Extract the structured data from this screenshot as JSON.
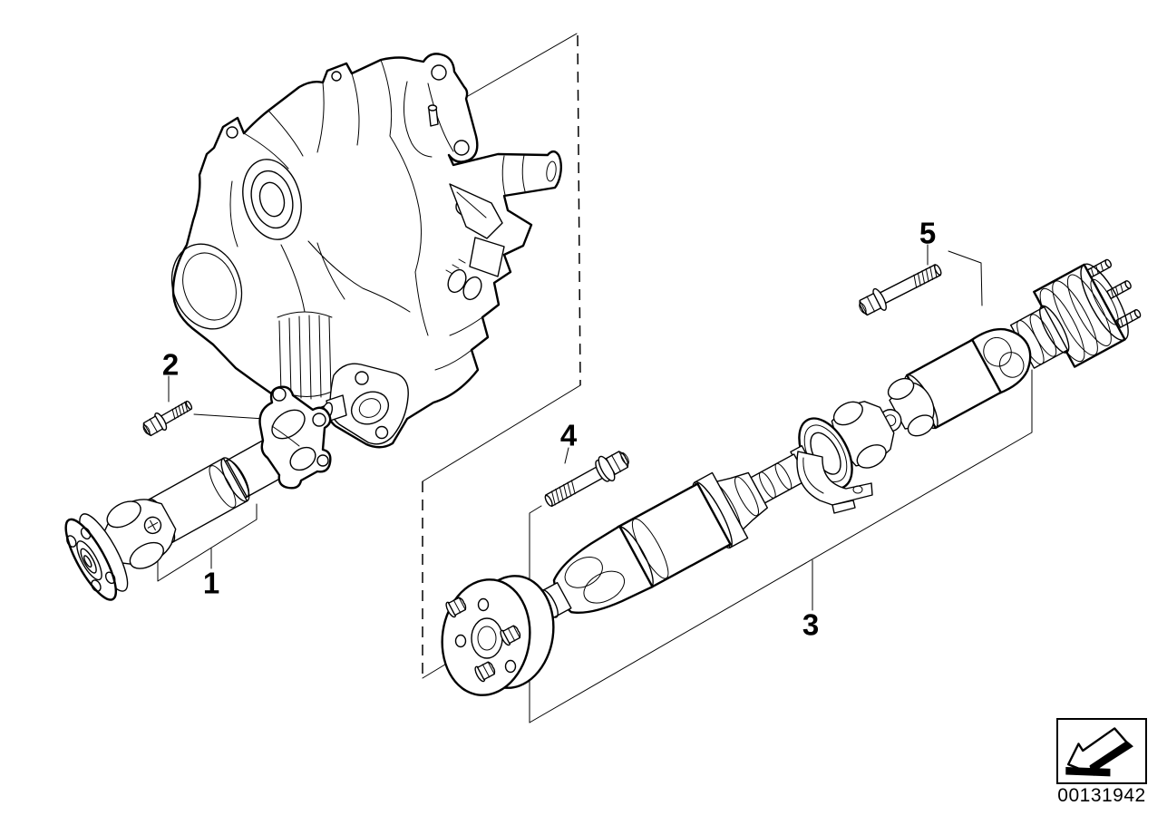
{
  "diagram": {
    "callouts": [
      {
        "label": "1"
      },
      {
        "label": "2"
      },
      {
        "label": "3"
      },
      {
        "label": "4"
      },
      {
        "label": "5"
      }
    ],
    "doc_number": "00131942",
    "colors": {
      "line": "#000000",
      "background": "#ffffff"
    },
    "icons": {
      "direction_arrow": "direction-of-travel-arrow-down-left"
    }
  }
}
